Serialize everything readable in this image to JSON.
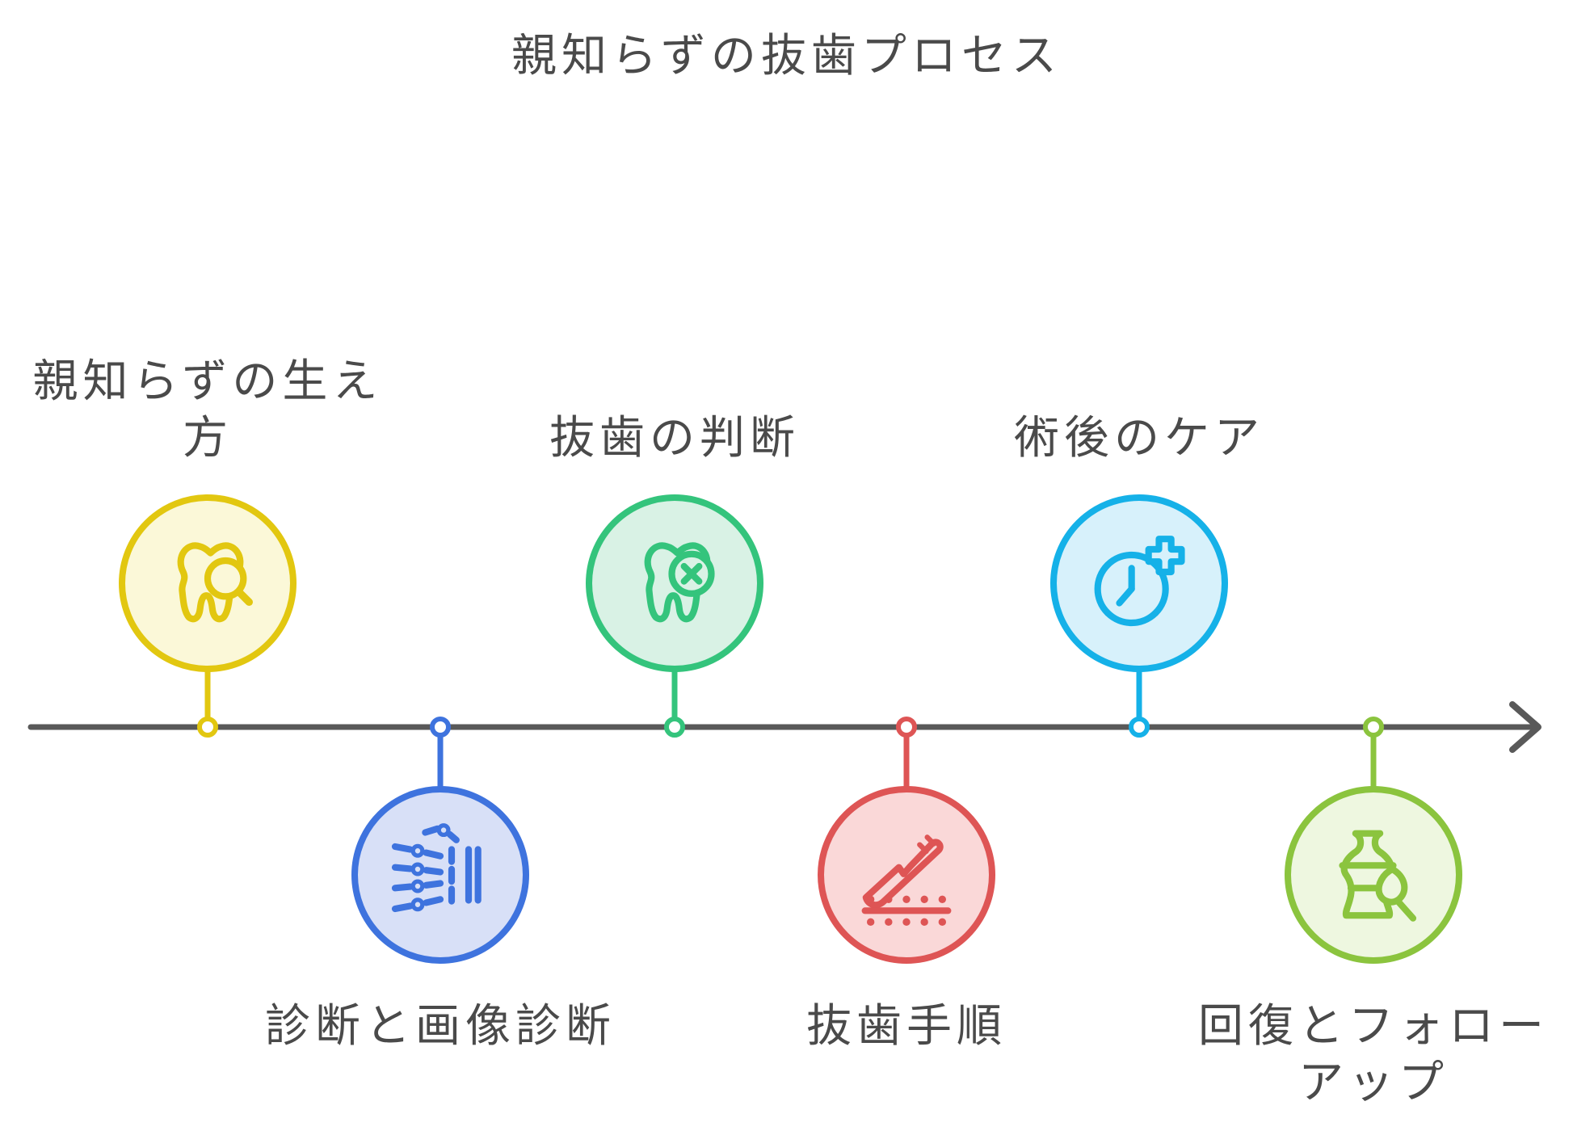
{
  "title": "親知らずの抜歯プロセス",
  "colors": {
    "text": "#4a4a4a",
    "timeline": "#595959",
    "background": "#ffffff"
  },
  "timeline": {
    "orientation": "horizontal",
    "arrow_direction": "right",
    "step_count": 6
  },
  "nodes": [
    {
      "label": "親知らずの生え方",
      "position": "above",
      "icon": "tooth-magnifier-icon",
      "color": "#e2c710",
      "fill": "#fbf8d8"
    },
    {
      "label": "診断と画像診断",
      "position": "below",
      "icon": "xray-film-icon",
      "color": "#3e73de",
      "fill": "#d8e0f7"
    },
    {
      "label": "抜歯の判断",
      "position": "above",
      "icon": "tooth-extraction-x-icon",
      "color": "#34c47c",
      "fill": "#d9f2e5"
    },
    {
      "label": "抜歯手順",
      "position": "below",
      "icon": "scalpel-incision-icon",
      "color": "#de5555",
      "fill": "#fad8d8"
    },
    {
      "label": "術後のケア",
      "position": "above",
      "icon": "clock-medical-plus-icon",
      "color": "#15b1e8",
      "fill": "#d7f1fb"
    },
    {
      "label": "回復とフォローアップ",
      "position": "below",
      "icon": "vase-restoration-icon",
      "color": "#8bc43e",
      "fill": "#eef7e0"
    }
  ]
}
